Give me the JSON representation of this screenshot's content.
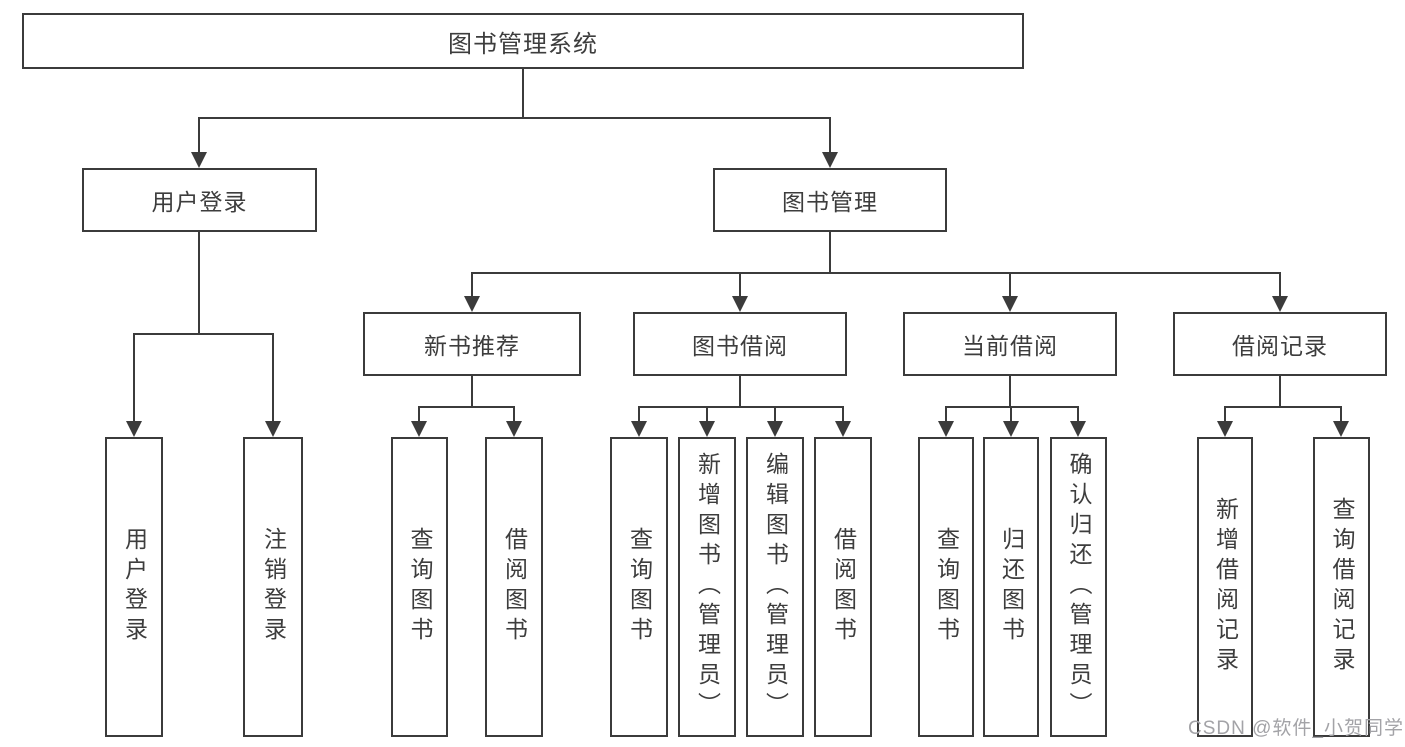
{
  "diagram": {
    "root": {
      "label": "图书管理系统"
    },
    "level2": [
      {
        "label": "用户登录"
      },
      {
        "label": "图书管理"
      }
    ],
    "level3": [
      {
        "label": "新书推荐"
      },
      {
        "label": "图书借阅"
      },
      {
        "label": "当前借阅"
      },
      {
        "label": "借阅记录"
      }
    ],
    "leaves": {
      "login": [
        {
          "label": "用户登录"
        },
        {
          "label": "注销登录"
        }
      ],
      "new_book": [
        {
          "label": "查询图书"
        },
        {
          "label": "借阅图书"
        }
      ],
      "borrowing": [
        {
          "label": "查询图书"
        },
        {
          "label": "新增图书（管理员）"
        },
        {
          "label": "编辑图书（管理员）"
        },
        {
          "label": "借阅图书"
        }
      ],
      "current": [
        {
          "label": "查询图书"
        },
        {
          "label": "归还图书"
        },
        {
          "label": "确认归还（管理员）"
        }
      ],
      "records": [
        {
          "label": "新增借阅记录"
        },
        {
          "label": "查询借阅记录"
        }
      ]
    },
    "colors": {
      "line": "#3b3b3b",
      "text": "#3d3d3d",
      "box_fill": "#ffffff",
      "background": "#ffffff",
      "watermark": "#a3a3a7"
    }
  },
  "watermark": {
    "text": "CSDN @软件_小贺同学"
  }
}
